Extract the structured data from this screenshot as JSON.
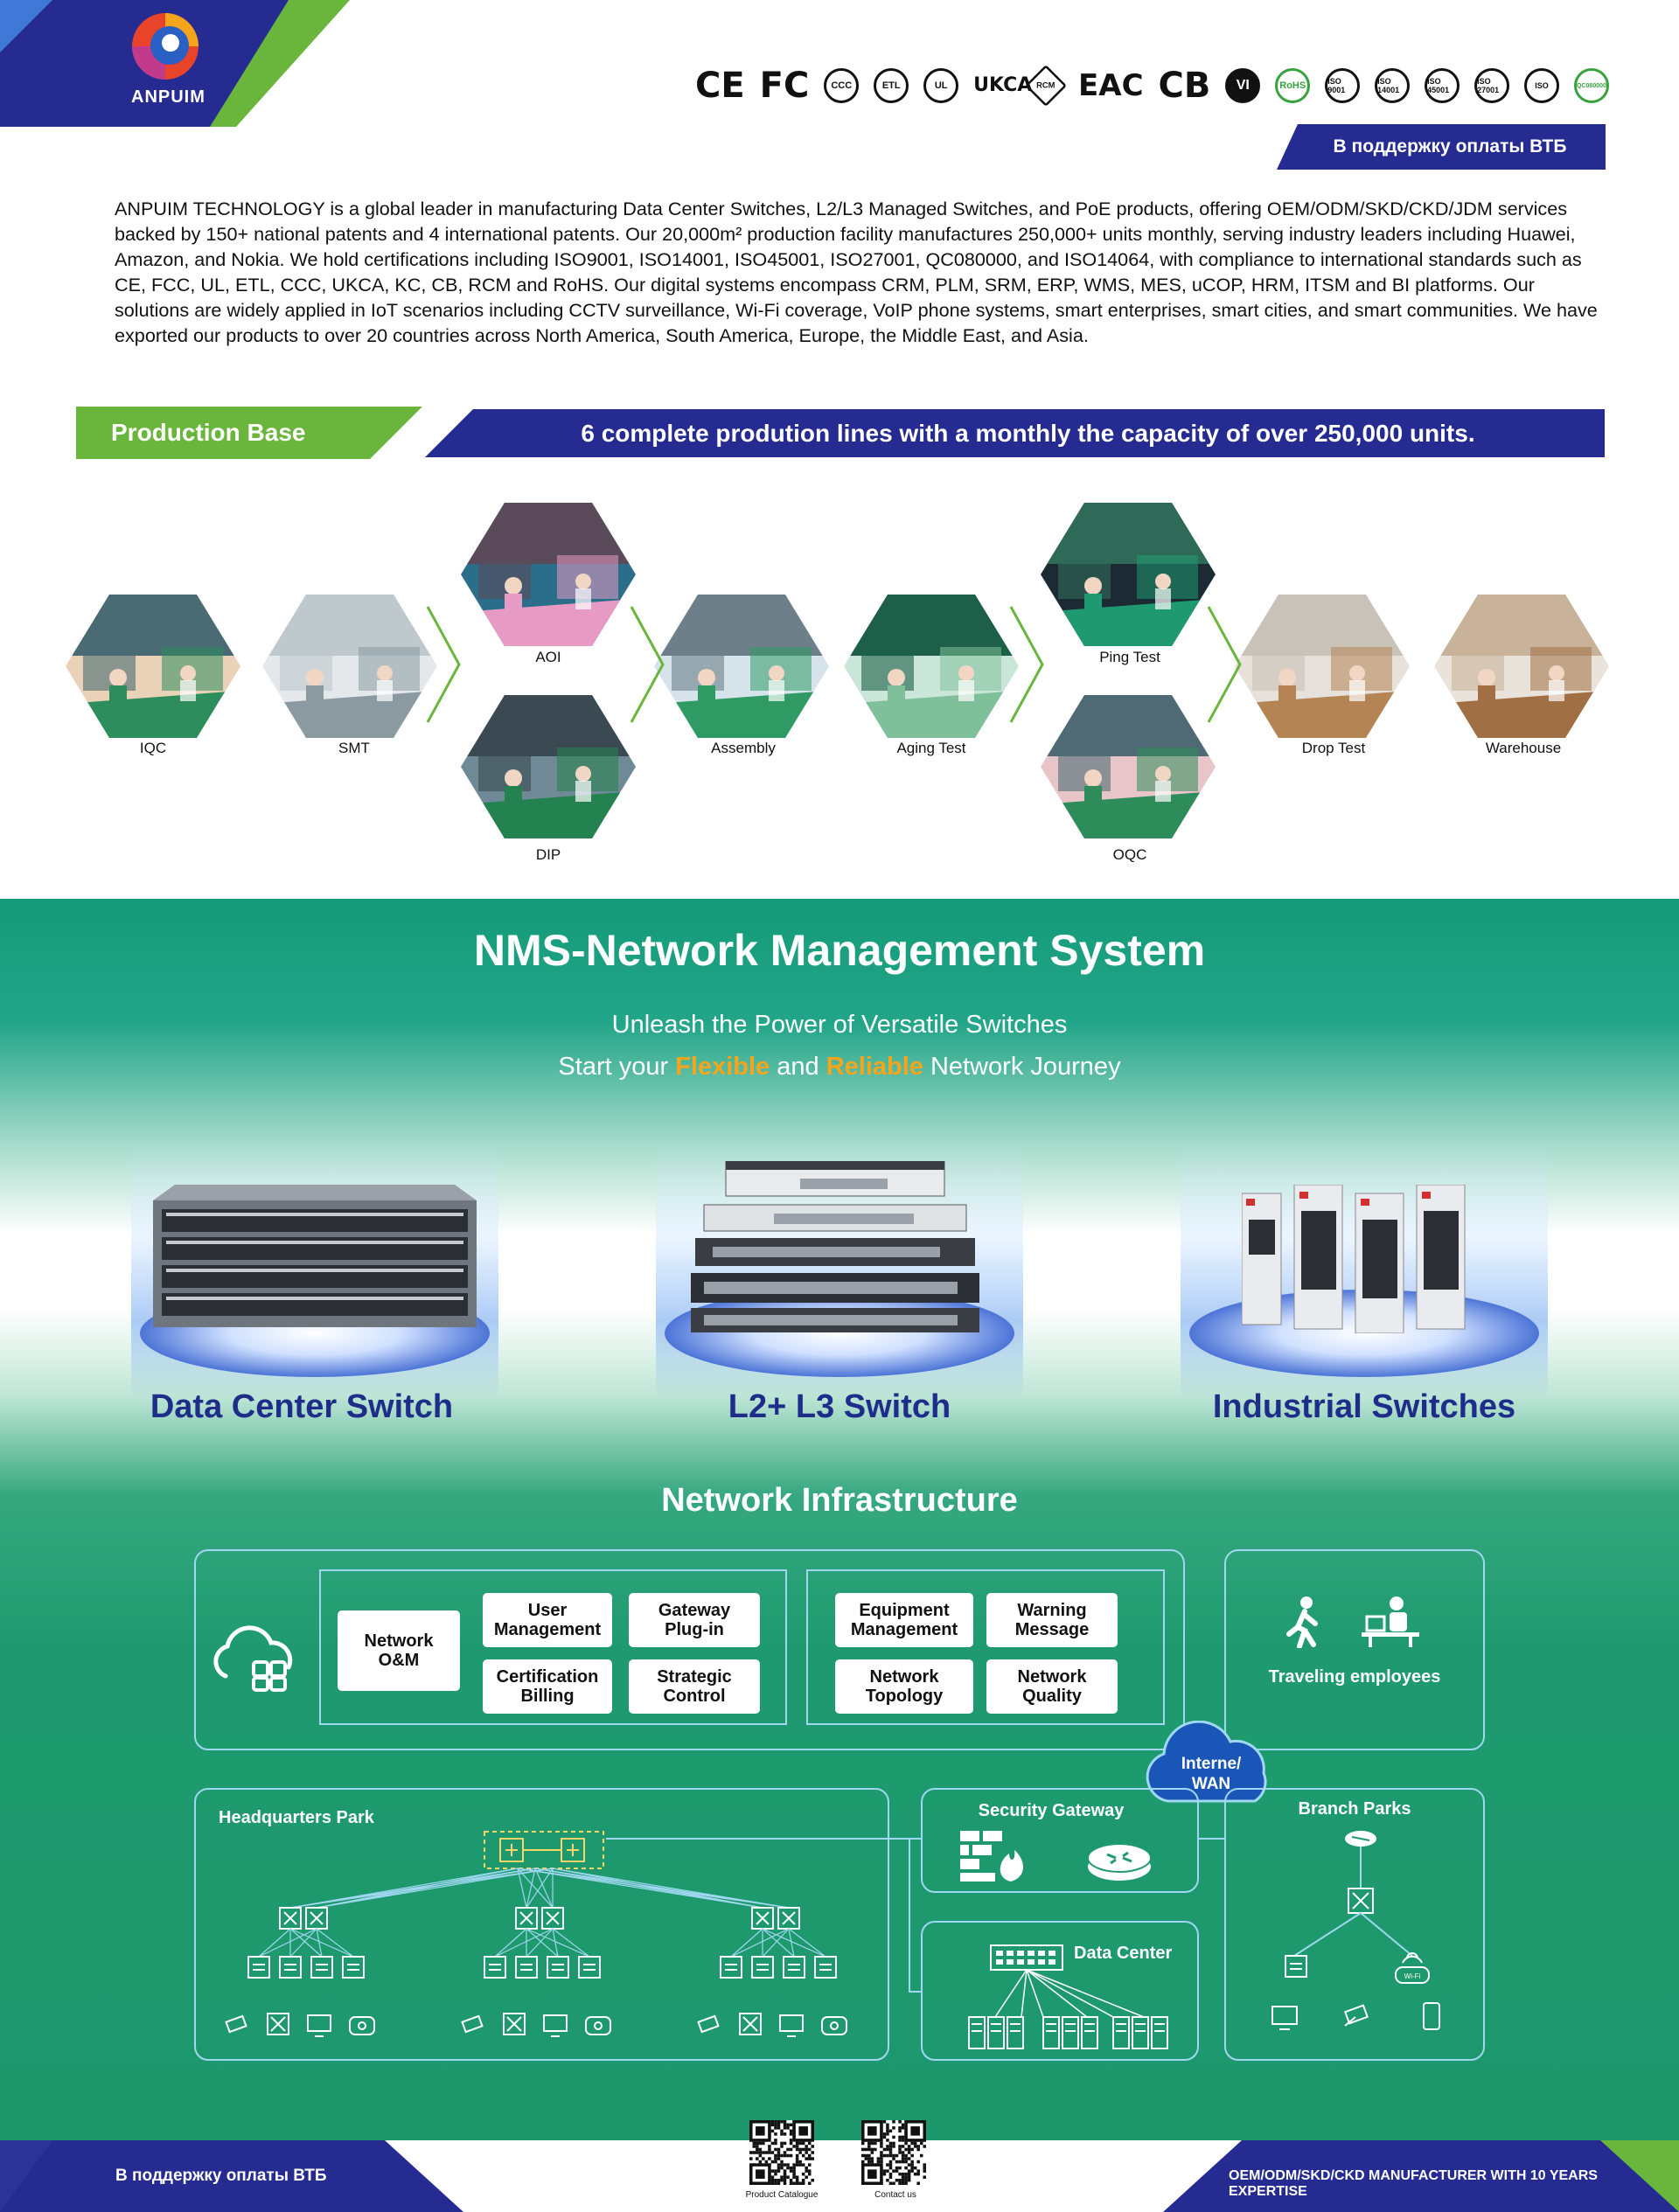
{
  "header": {
    "brand": "ANPUIM",
    "certifications": [
      "CE",
      "FC",
      "CCC",
      "ETL",
      "UL",
      "UKCA",
      "RCM",
      "EAC",
      "CB",
      "VI",
      "RoHS",
      "ISO 9001",
      "ISO 14001",
      "ISO 45001",
      "ISO 27001",
      "ISO",
      "QC080000"
    ],
    "vtb_label": "В поддержку оплаты ВТБ"
  },
  "intro": "ANPUIM TECHNOLOGY is a global leader in manufacturing Data Center Switches, L2/L3 Managed Switches, and PoE products, offering OEM/ODM/SKD/CKD/JDM services backed by 150+ national patents and 4 international patents. Our 20,000m² production facility manufactures 250,000+ units monthly, serving industry leaders including Huawei, Amazon, and Nokia. We hold certifications including ISO9001, ISO14001, ISO45001, ISO27001, QC080000, and ISO14064, with compliance to international standards such as CE, FCC, UL, ETL, CCC, UKCA, KC, CB, RCM and RoHS. Our digital systems encompass CRM, PLM, SRM, ERP, WMS, MES, uCOP, HRM, ITSM and BI platforms. Our solutions are widely applied in IoT scenarios including CCTV surveillance, Wi-Fi coverage, VoIP phone systems, smart enterprises, smart cities, and smart communities. We have exported our products to over 20 countries across North America, South America, Europe, the Middle East, and Asia.",
  "production": {
    "title": "Production Base",
    "headline": "6 complete prodution lines with a monthly the capacity of over 250,000 units.",
    "stages": [
      "IQC",
      "SMT",
      "AOI",
      "DIP",
      "Assembly",
      "Aging Test",
      "Ping Test",
      "OQC",
      "Drop Test",
      "Warehouse"
    ]
  },
  "nms": {
    "title": "NMS-Network Management System",
    "subtitle1": "Unleash the Power of Versatile Switches",
    "subtitle2_a": "Start your ",
    "subtitle2_h1": "Flexible",
    "subtitle2_b": " and ",
    "subtitle2_h2": "Reliable",
    "subtitle2_c": " Network Journey",
    "products": [
      "Data Center Switch",
      "L2+ L3 Switch",
      "Industrial Switches"
    ]
  },
  "infrastructure": {
    "title": "Network Infrastructure",
    "network_om": "Network\nO&M",
    "modules_a": [
      "User\nManagement",
      "Gateway\nPlug-in",
      "Certification\nBilling",
      "Strategic\nControl"
    ],
    "modules_b": [
      "Equipment\nManagement",
      "Warning\nMessage",
      "Network\nTopology",
      "Network\nQuality"
    ],
    "traveling": "Traveling employees",
    "cloud": "Interne/\nWAN",
    "hq": "Headquarters Park",
    "security_gateway": "Security Gateway",
    "branch": "Branch Parks",
    "data_center": "Data Center",
    "wifi_tag": "Wi-Fi"
  },
  "footer": {
    "left": "В поддержку оплаты ВТБ",
    "right": "OEM/ODM/SKD/CKD MANUFACTURER WITH 10 YEARS EXPERTISE",
    "qr1": "Product Catalogue",
    "qr2": "Contact us"
  },
  "colors": {
    "brand_blue": "#252b91",
    "brand_green": "#6ab63c",
    "nms_green": "#1f9a70",
    "highlight": "#f5a51c"
  }
}
